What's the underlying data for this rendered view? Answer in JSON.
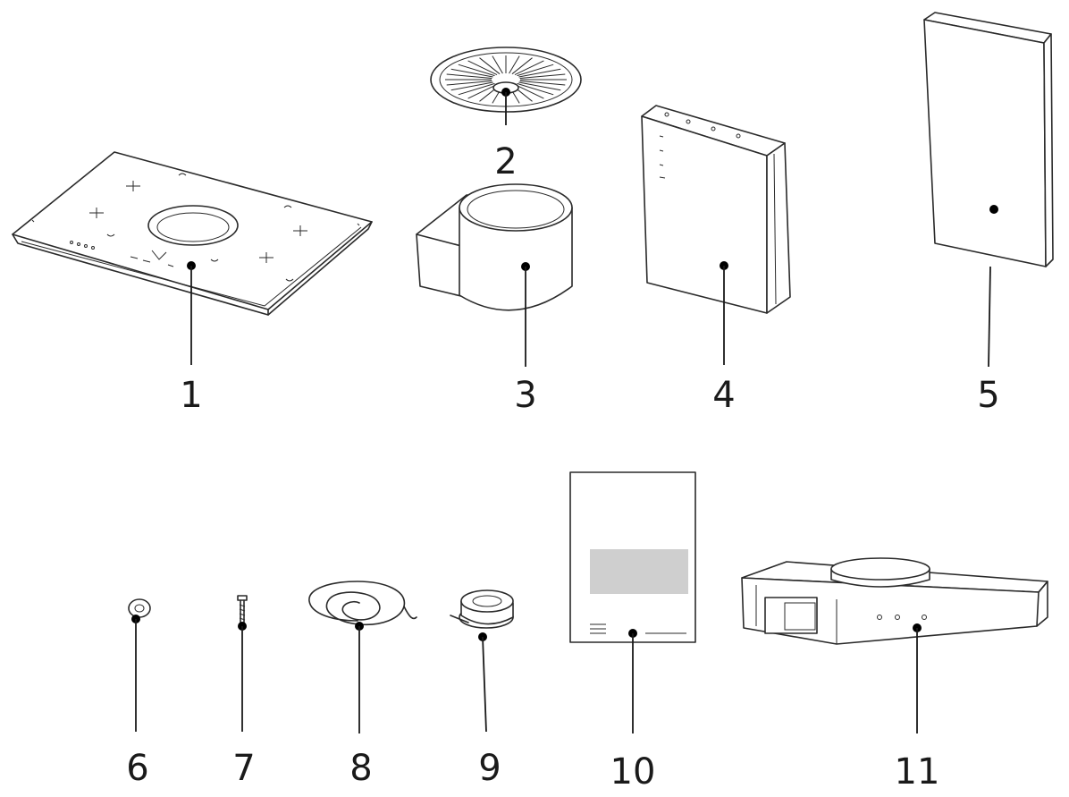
{
  "parts": [
    {
      "id": "part-1",
      "number": "1"
    },
    {
      "id": "part-2",
      "number": "2"
    },
    {
      "id": "part-3",
      "number": "3"
    },
    {
      "id": "part-4",
      "number": "4"
    },
    {
      "id": "part-5",
      "number": "5"
    },
    {
      "id": "part-6",
      "number": "6"
    },
    {
      "id": "part-7",
      "number": "7"
    },
    {
      "id": "part-8",
      "number": "8"
    },
    {
      "id": "part-9",
      "number": "9"
    },
    {
      "id": "part-10",
      "number": "10"
    },
    {
      "id": "part-11",
      "number": "11"
    }
  ]
}
